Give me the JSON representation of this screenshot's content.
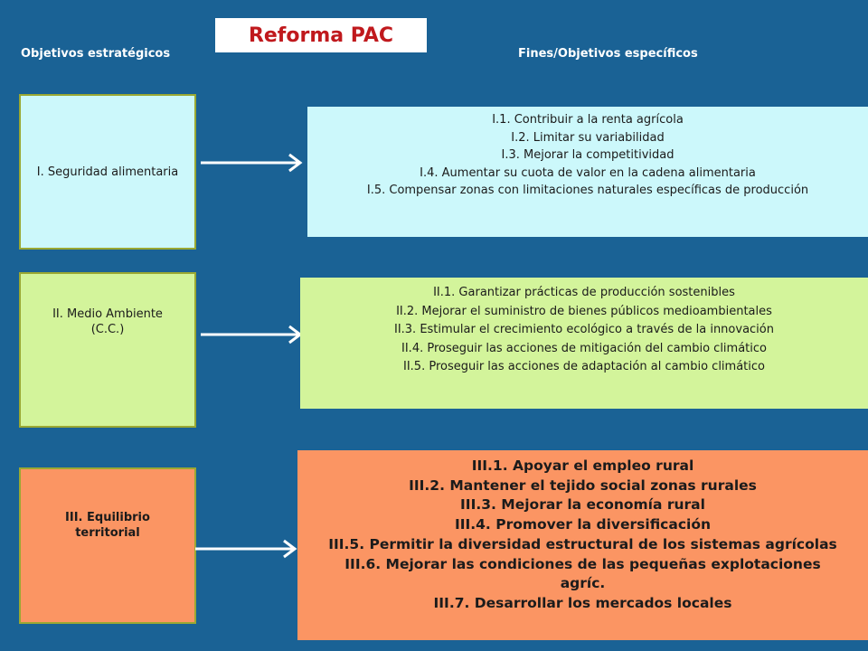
{
  "title": "Reforma PAC",
  "headers": {
    "left": "Objetivos estratégicos",
    "right": "Fines/Objetivos específicos"
  },
  "objectives": [
    {
      "label_lines": [
        "I. Seguridad alimentaria"
      ],
      "color": "#ccf8fb",
      "targets": [
        "I.1. Contribuir a la renta agrícola",
        "I.2. Limitar su variabilidad",
        "I.3. Mejorar la competitividad",
        "I.4. Aumentar su cuota de valor en la cadena alimentaria",
        "I.5. Compensar  zonas con limitaciones naturales específicas de producción"
      ]
    },
    {
      "label_lines": [
        "II. Medio Ambiente",
        "(C.C.)"
      ],
      "color": "#d3f49b",
      "targets": [
        "II.1. Garantizar prácticas de producción sostenibles",
        "II.2. Mejorar el suministro de bienes públicos medioambientales",
        "II.3. Estimular el  crecimiento ecológico a través de la innovación",
        "II.4. Proseguir las acciones de mitigación del cambio climático",
        "II.5. Proseguir las acciones de adaptación al cambio climático"
      ]
    },
    {
      "label_lines": [
        "III. Equilibrio",
        "territorial"
      ],
      "color": "#fb9563",
      "targets": [
        "III.1. Apoyar el empleo rural",
        "III.2. Mantener el tejido social zonas rurales",
        "III.3. Mejorar la economía rural",
        "III.4. Promover la  diversificación",
        "III.5. Permitir la diversidad estructural de los sistemas agrícolas",
        "III.6. Mejorar las condiciones de las pequeñas explotaciones",
        "agríc.",
        "III.7. Desarrollar los mercados locales"
      ]
    }
  ]
}
